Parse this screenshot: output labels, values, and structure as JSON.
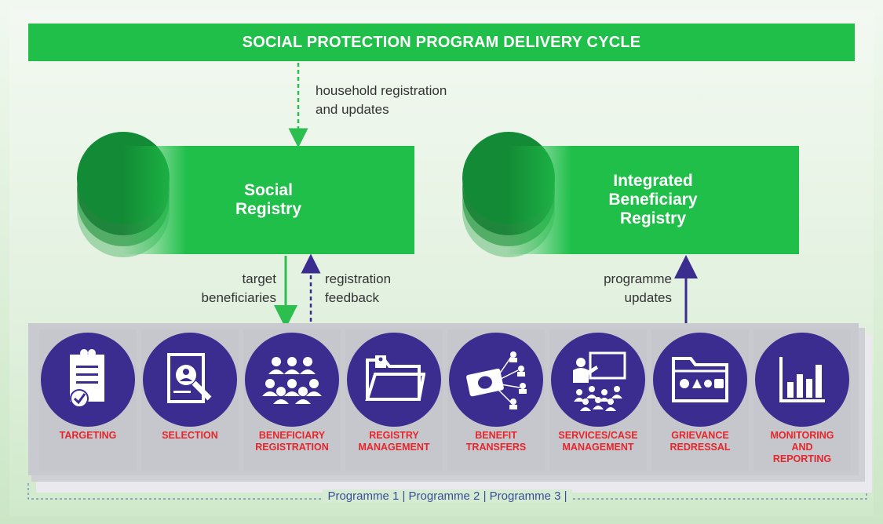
{
  "title": "SOCIAL PROTECTION PROGRAM DELIVERY CYCLE",
  "notes": {
    "household_registration": [
      "household registration",
      "and updates"
    ],
    "target_beneficiaries": [
      "target",
      "beneficiaries"
    ],
    "registration_feedback": [
      "registration",
      "feedback"
    ],
    "programme_updates": [
      "programme",
      "updates"
    ]
  },
  "registries": {
    "social": [
      "Social",
      "Registry"
    ],
    "integrated": [
      "Integrated",
      "Beneficiary",
      "Registry"
    ]
  },
  "functions": [
    {
      "line1": "TARGETING",
      "line2": "",
      "line3": "",
      "icon": "checklist-icon"
    },
    {
      "line1": "SELECTION",
      "line2": "",
      "line3": "",
      "icon": "magnifier-document-icon"
    },
    {
      "line1": "BENEFICIARY",
      "line2": "REGISTRATION",
      "line3": "",
      "icon": "people-group-icon"
    },
    {
      "line1": "REGISTRY",
      "line2": "MANAGEMENT",
      "line3": "",
      "icon": "folder-icon"
    },
    {
      "line1": "BENEFIT",
      "line2": "TRANSFERS",
      "line3": "",
      "icon": "cash-transfer-icon"
    },
    {
      "line1": "SERVICES/CASE",
      "line2": "MANAGEMENT",
      "line3": "",
      "icon": "teacher-board-icon"
    },
    {
      "line1": "GRIEVANCE",
      "line2": "REDRESSAL",
      "line3": "",
      "icon": "grievance-folder-icon"
    },
    {
      "line1": "MONITORING",
      "line2": "AND",
      "line3": "REPORTING",
      "icon": "bar-chart-icon"
    }
  ],
  "programmes": "Programme 1 | Programme 2 | Programme 3 |",
  "colors": {
    "green": "#1fbf4a",
    "dark_green": "#0d7a2c",
    "navy": "#3a2d8f",
    "red_label": "#e5262a",
    "blue_text": "#3a4d9a"
  }
}
